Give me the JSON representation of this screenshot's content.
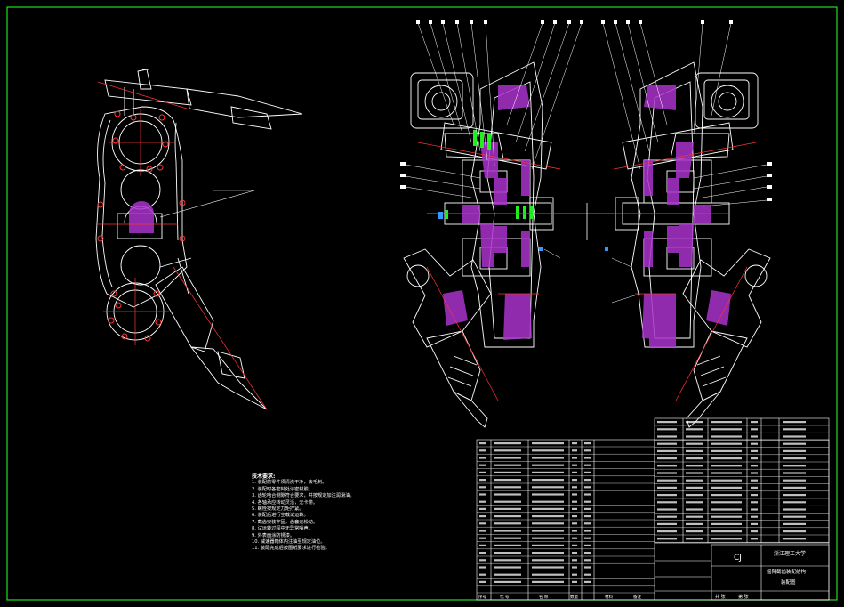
{
  "colors": {
    "background": "#000000",
    "frame": "#22dd22",
    "linework": "#ffffff",
    "section_hatch": "#aa33cc",
    "centerline": "#ff3333",
    "highlight": "#22ee22",
    "dimension": "#3399ff",
    "title_text": "#ffeecc"
  },
  "title_block": {
    "drawing_code": "CJ",
    "school": "浙江理工大学",
    "drawing_name": "摇臂截齿装配结构",
    "drawing_name2": "装配图",
    "footer_labels": [
      "共 张",
      "第 张"
    ],
    "bom_headers": [
      "序号",
      "代 号",
      "名 称",
      "数量",
      "材料",
      "备注"
    ]
  },
  "notes": {
    "title": "技术要求:",
    "items": [
      "1. 装配前零件须清洗干净，去毛刺。",
      "2. 装配时各密封处涂密封胶。",
      "3. 齿轮啮合侧隙符合要求，并按规定加注润滑油。",
      "4. 各轴承应转动灵活，无卡滞。",
      "5. 螺栓按规定力矩拧紧。",
      "6. 装配后进行空载试运转。",
      "7. 截齿安装牢固，齿套无松动。",
      "8. 试运转过程中无异常噪声。",
      "9. 外表面涂防锈漆。",
      "10. 减速器箱体内注油至规定油位。",
      "11. 装配完成后按图纸要求进行检验。"
    ]
  }
}
